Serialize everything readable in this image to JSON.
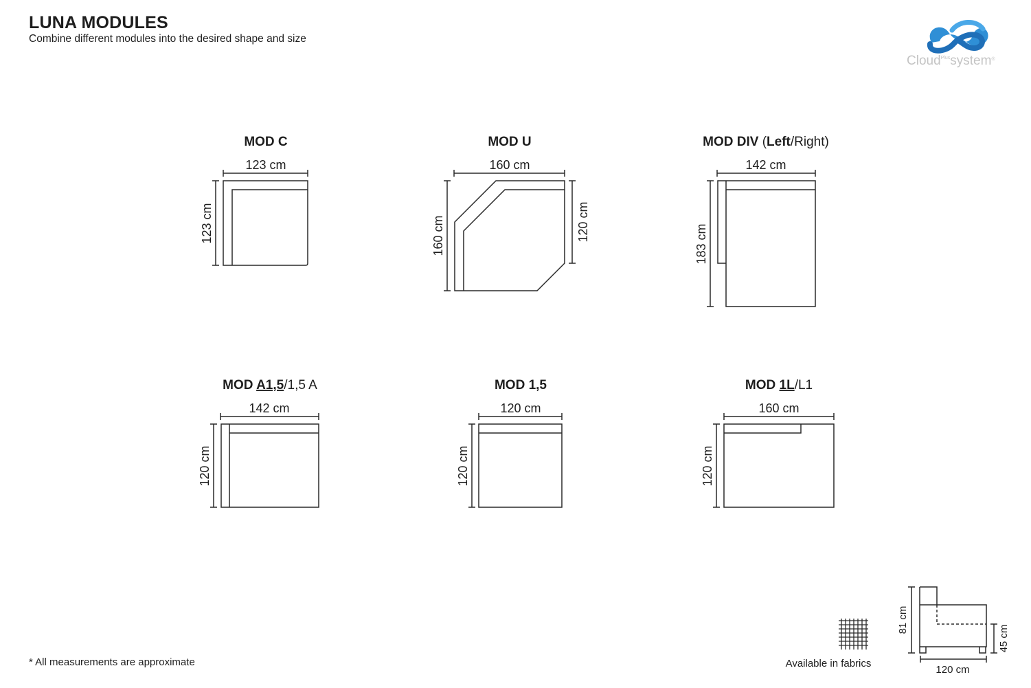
{
  "header": {
    "title": "LUNA MODULES",
    "subtitle": "Combine different modules into the desired shape and size"
  },
  "logo": {
    "text_main": "Cloud",
    "text_super": "Plus",
    "text_end": "system",
    "mark": "®",
    "colors": {
      "blue": "#2f8fd6",
      "gray": "#c4c4c4"
    }
  },
  "modules": [
    {
      "title_bold": "MOD C",
      "width": "123 cm",
      "height": "123 cm"
    },
    {
      "title_bold": "MOD U",
      "width": "160 cm",
      "height_left": "160 cm",
      "height_right": "120 cm"
    },
    {
      "title_bold": "MOD DIV",
      "title_paren_open": " (",
      "title_bold2": "Left",
      "title_rest": "/Right)",
      "width": "142 cm",
      "height": "183 cm"
    },
    {
      "title_bold": "MOD ",
      "title_underlined": "A1,5",
      "title_rest": "/1,5 A",
      "width": "142 cm",
      "height": "120 cm"
    },
    {
      "title_bold": "MOD 1,5",
      "width": "120 cm",
      "height": "120 cm"
    },
    {
      "title_bold": "MOD ",
      "title_underlined": "1L",
      "title_rest": "/L1",
      "width": "160 cm",
      "height": "120 cm"
    }
  ],
  "fabric": {
    "label": "Available in fabrics",
    "icon": "fabric-grid-icon"
  },
  "side_view": {
    "height": "81 cm",
    "seat_height": "45 cm",
    "depth": "120 cm"
  },
  "footnote": "* All measurements are approximate"
}
